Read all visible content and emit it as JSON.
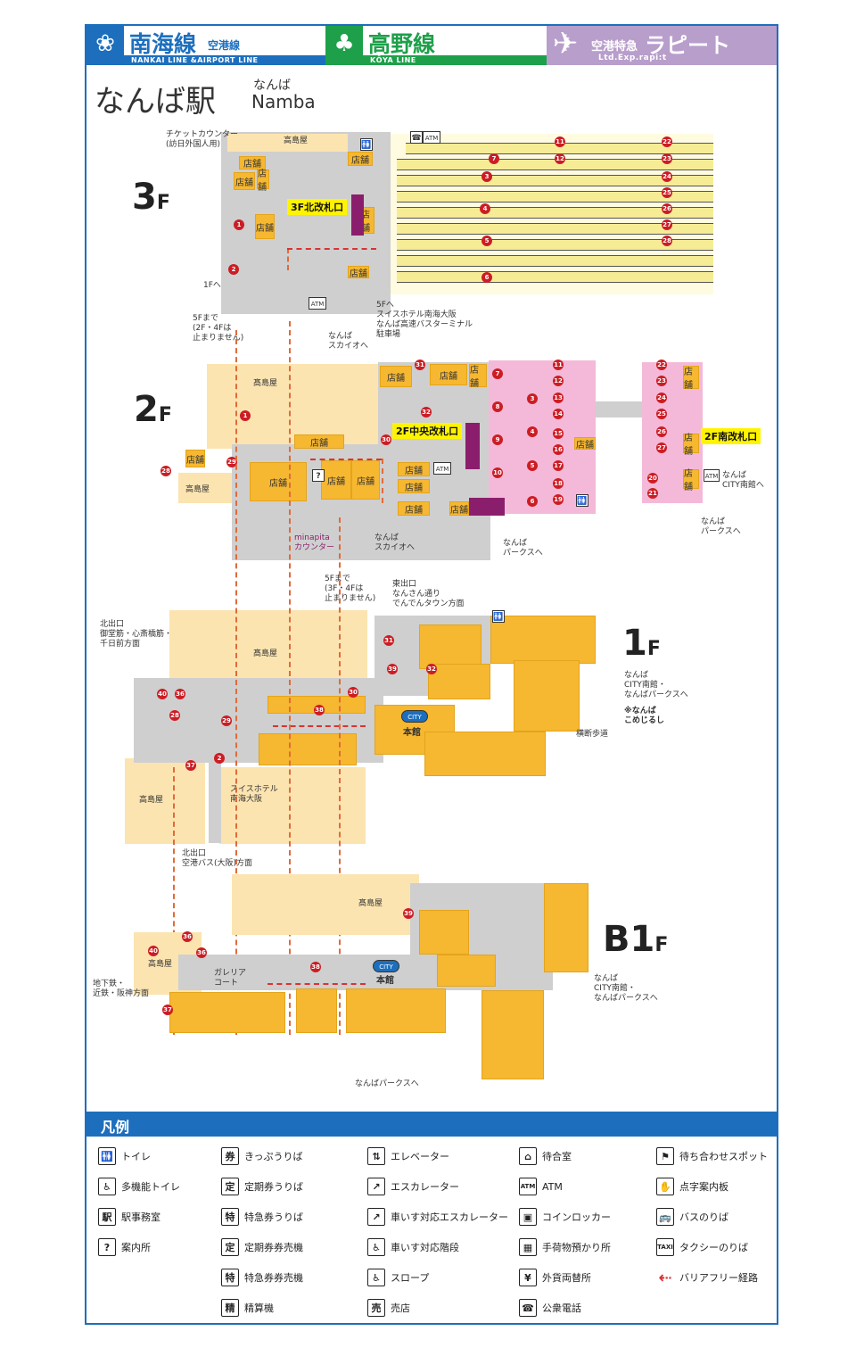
{
  "header": {
    "nankai": {
      "name": "南海線",
      "sub": "空港線",
      "band": "NANKAI LINE   &AIRPORT LINE",
      "icon": "nankai-logo-icon"
    },
    "koya": {
      "name": "高野線",
      "band": "KŌYA LINE",
      "icon": "koya-tree-icon"
    },
    "rapit": {
      "sub": "空港特急",
      "name": "ラピート",
      "band": "Ltd.Exp.rapi:t",
      "icon": "airplane-icon"
    }
  },
  "station": {
    "title": "なんば駅",
    "kana": "なんば",
    "english": "Namba"
  },
  "floors": {
    "f3": {
      "label": "3",
      "suffix": "F",
      "gate": "3F北改札口",
      "texts": {
        "ticket_counter": "チケットカウンター\n(訪日外国人用)",
        "takashimaya": "高島屋",
        "to_1f": "1Fへ",
        "to_5f_elev": "5Fまで\n(2F・4Fは\n止まりません)",
        "to_5f": "5Fへ\nスイスホテル南海大阪\nなんば高速バスターミナル\n駐車場",
        "to_skyo": "なんば\nスカイオへ"
      }
    },
    "f2": {
      "label": "2",
      "suffix": "F",
      "gate_central": "2F中央改札口",
      "gate_south": "2F南改札口",
      "texts": {
        "takashimaya": "高島屋",
        "takashimaya2": "髙島屋",
        "minapita": "minapita\nカウンター",
        "to_skyo": "なんば\nスカイオへ",
        "to_parks": "なんば\nパークスへ",
        "to_city_south": "なんば\nCITY南館へ",
        "to_parks2": "なんば\nパークスへ",
        "to_5f": "5Fまで\n(3F・4Fは\n止まりません)"
      }
    },
    "f1": {
      "label": "1",
      "suffix": "F",
      "texts": {
        "north_exit": "北出口\n御堂筋・心斎橋筋・\n千日前方面",
        "east_exit": "東出口\nなんさん通り\nでんでんタウン方面",
        "takashimaya": "高島屋",
        "takashimaya2": "髙島屋",
        "honkan": "本館",
        "swiss": "スイスホテル\n南海大阪",
        "north_exit_bus": "北出口\n空港バス(大阪)方面",
        "to_city": "なんば\nCITY南館・\nなんばパークスへ",
        "crosswalk": "横断歩道",
        "nanbakomichi": "※なんば\nこめじるし"
      }
    },
    "b1": {
      "label": "B1",
      "suffix": "F",
      "texts": {
        "takashimaya": "高島屋",
        "takashimaya2": "髙島屋",
        "galleria": "ガレリア\nコート",
        "honkan": "本館",
        "subway": "地下鉄・\n近鉄・阪神方面",
        "to_city": "なんば\nCITY南館・\nなんばパークスへ",
        "to_parks": "なんばパークスへ"
      }
    },
    "shop": "店舗",
    "city": "CITY"
  },
  "legend": {
    "title": "凡例",
    "items": [
      {
        "icon": "🚻",
        "label": "トイレ",
        "name": "toilet-icon"
      },
      {
        "icon": "♿",
        "label": "多機能トイレ",
        "name": "accessible-toilet-icon"
      },
      {
        "icon": "駅",
        "label": "駅事務室",
        "name": "station-office-icon"
      },
      {
        "icon": "?",
        "label": "案内所",
        "name": "information-icon"
      },
      {
        "icon": "券",
        "label": "きっぷうりば",
        "name": "ticket-office-icon"
      },
      {
        "icon": "定",
        "label": "定期券うりば",
        "name": "commuter-pass-office-icon"
      },
      {
        "icon": "特",
        "label": "特急券うりば",
        "name": "limited-express-ticket-icon"
      },
      {
        "icon": "定",
        "label": "定期券券売機",
        "name": "commuter-pass-machine-icon"
      },
      {
        "icon": "特",
        "label": "特急券券売機",
        "name": "limited-express-machine-icon"
      },
      {
        "icon": "精",
        "label": "精算機",
        "name": "fare-adjustment-icon"
      },
      {
        "icon": "⇅",
        "label": "エレベーター",
        "name": "elevator-icon"
      },
      {
        "icon": "↗",
        "label": "エスカレーター",
        "name": "escalator-icon"
      },
      {
        "icon": "↗",
        "label": "車いす対応エスカレーター",
        "name": "wheelchair-escalator-icon"
      },
      {
        "icon": "♿",
        "label": "車いす対応階段",
        "name": "wheelchair-stairs-icon"
      },
      {
        "icon": "♿",
        "label": "スロープ",
        "name": "slope-icon"
      },
      {
        "icon": "売",
        "label": "売店",
        "name": "kiosk-icon"
      },
      {
        "icon": "⌂",
        "label": "待合室",
        "name": "waiting-room-icon"
      },
      {
        "icon": "ATM",
        "label": "ATM",
        "name": "atm-icon"
      },
      {
        "icon": "▣",
        "label": "コインロッカー",
        "name": "coin-locker-icon"
      },
      {
        "icon": "▦",
        "label": "手荷物預かり所",
        "name": "baggage-storage-icon"
      },
      {
        "icon": "¥",
        "label": "外貨両替所",
        "name": "currency-exchange-icon"
      },
      {
        "icon": "☎",
        "label": "公衆電話",
        "name": "public-phone-icon"
      },
      {
        "icon": "⚑",
        "label": "待ち合わせスポット",
        "name": "meeting-spot-icon"
      },
      {
        "icon": "✋",
        "label": "点字案内板",
        "name": "braille-guide-icon"
      },
      {
        "icon": "🚌",
        "label": "バスのりば",
        "name": "bus-stop-icon"
      },
      {
        "icon": "TAXI",
        "label": "タクシーのりば",
        "name": "taxi-stand-icon"
      },
      {
        "icon": "⇠",
        "label": "バリアフリー経路",
        "name": "barrier-free-route-icon"
      }
    ]
  },
  "colors": {
    "nankai_blue": "#1d6fbd",
    "koya_green": "#1ea04a",
    "rapit_purple": "#b89ecb",
    "shop_orange": "#f6b731",
    "platform_yellow": "#f7ec96",
    "gate_area_pink": "#f4b9d8",
    "route_red": "#d93333"
  }
}
